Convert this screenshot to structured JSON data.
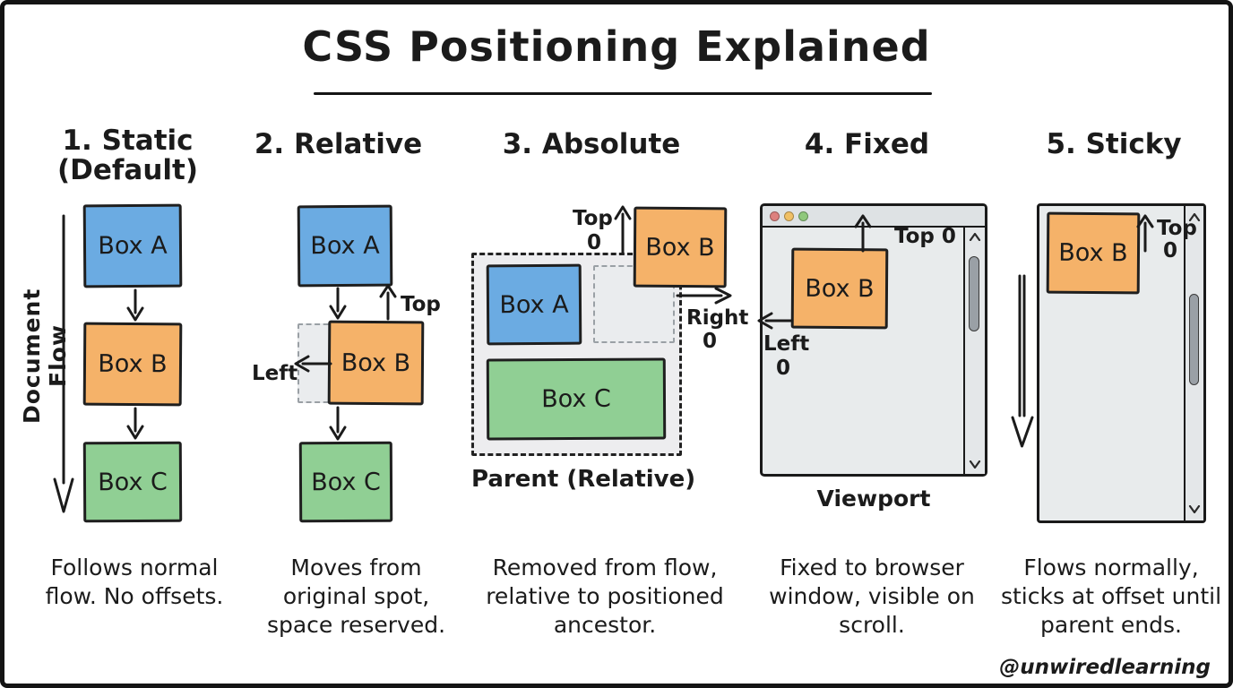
{
  "title": "CSS Positioning Explained",
  "watermark": "@unwiredlearning",
  "colors": {
    "box_blue": "#6babe2",
    "box_orange": "#f5b269",
    "box_green": "#90cf94",
    "window_bg": "#e8ebec",
    "titlebar_bg": "#dee2e4",
    "scroll_track": "#e4e7e9",
    "scroll_thumb": "#9aa0a6",
    "dot_red": "#dd817e",
    "dot_yellow": "#f0c065",
    "dot_green": "#8fc87c"
  },
  "columns": [
    {
      "heading": "1. Static",
      "subheading": "(Default)",
      "description": "Follows normal flow. No offsets.",
      "flow_label": "Document Flow",
      "boxes": {
        "a": "Box A",
        "b": "Box B",
        "c": "Box C"
      }
    },
    {
      "heading": "2. Relative",
      "description": "Moves from original spot, space reserved.",
      "labels": {
        "top": "Top",
        "left": "Left"
      },
      "boxes": {
        "a": "Box A",
        "b": "Box B",
        "c": "Box C"
      }
    },
    {
      "heading": "3. Absolute",
      "description": "Removed from flow, relative to positioned ancestor.",
      "labels": {
        "top": "Top",
        "top_value": "0",
        "right": "Right",
        "right_value": "0",
        "parent": "Parent (Relative)"
      },
      "boxes": {
        "a": "Box A",
        "b": "Box B",
        "c": "Box C"
      }
    },
    {
      "heading": "4. Fixed",
      "description": "Fixed to browser window, visible on scroll.",
      "labels": {
        "top": "Top 0",
        "left": "Left",
        "left_value": "0",
        "viewport": "Viewport"
      },
      "boxes": {
        "b": "Box B"
      }
    },
    {
      "heading": "5. Sticky",
      "description": "Flows normally, sticks at offset until parent ends.",
      "labels": {
        "top": "Top",
        "top_value": "0"
      },
      "boxes": {
        "b": "Box B"
      }
    }
  ]
}
